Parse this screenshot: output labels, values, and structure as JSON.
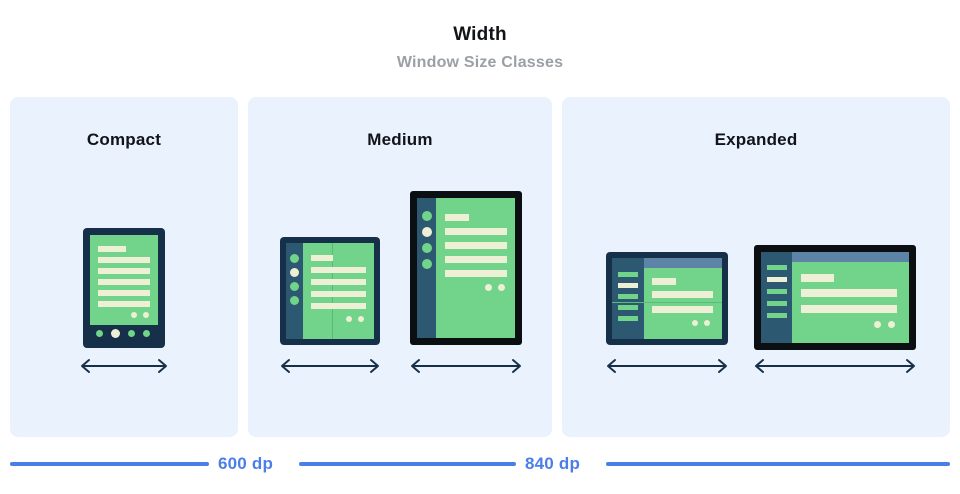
{
  "header": {
    "title": "Width",
    "subtitle": "Window Size Classes"
  },
  "panels": [
    {
      "key": "compact",
      "title": "Compact"
    },
    {
      "key": "medium",
      "title": "Medium"
    },
    {
      "key": "expanded",
      "title": "Expanded"
    }
  ],
  "measures": [
    {
      "label": "600 dp"
    },
    {
      "label": "840 dp"
    }
  ],
  "icons": {
    "width_arrow": "double-headed-horizontal-arrow"
  },
  "colors": {
    "panel_background": "#eaf2fd",
    "page_background": "#ffffff",
    "title_text": "#111418",
    "subtitle_text": "#9aa0a6",
    "measure_blue": "#4a7fe8",
    "device_frame_navy": "#17304a",
    "device_frame_black": "#0c0f12",
    "screen_green": "#72d48a",
    "content_bar_cream": "#eef0d5",
    "nav_rail_teal": "#2d5871",
    "top_bar_blue": "#5d83a6",
    "fold_line": "#5cb97a"
  },
  "devices": {
    "compact_phone": {
      "label": "phone-portrait"
    },
    "medium_foldable": {
      "label": "foldable-portrait-unfolded"
    },
    "medium_tablet": {
      "label": "tablet-portrait"
    },
    "expanded_foldable": {
      "label": "foldable-landscape-unfolded"
    },
    "expanded_tablet": {
      "label": "tablet-landscape"
    }
  }
}
